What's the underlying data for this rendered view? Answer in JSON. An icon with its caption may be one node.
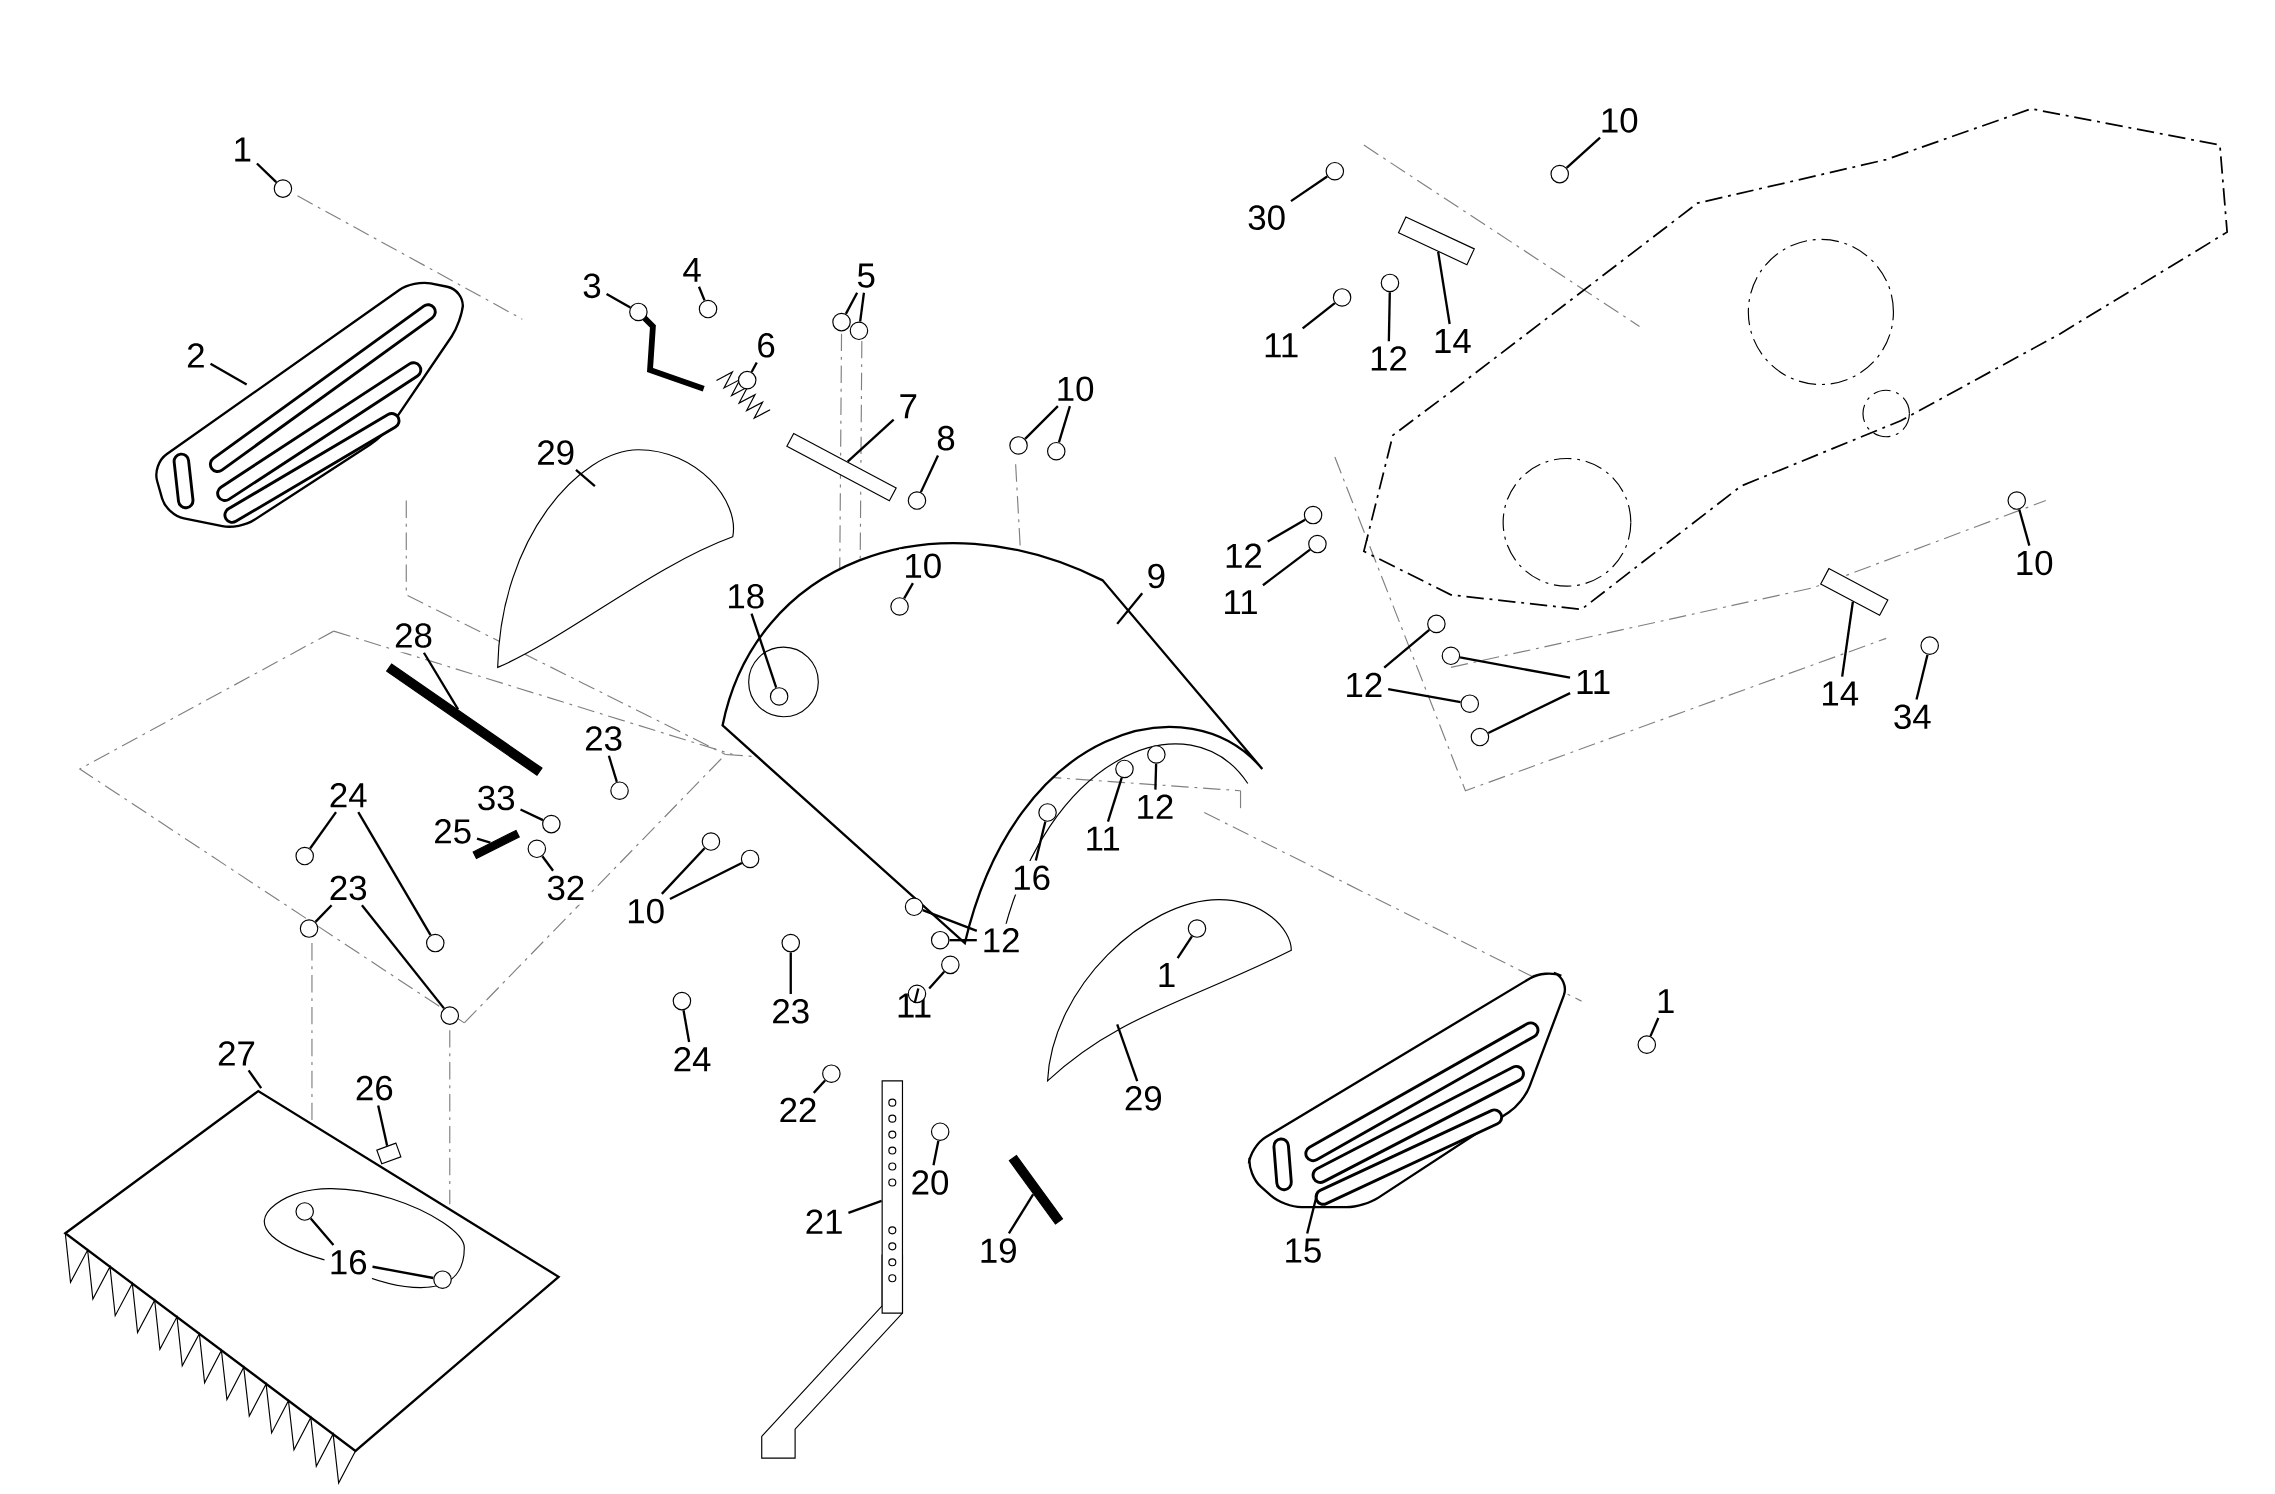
{
  "diagram": {
    "nodes": [
      {
        "text": [
          "1"
        ]
      },
      {
        "text": [
          "10"
        ]
      },
      {
        "text": [
          "30"
        ]
      },
      {
        "text": [
          "4"
        ]
      },
      {
        "text": [
          "5"
        ]
      },
      {
        "text": [
          "3"
        ]
      },
      {
        "text": [
          "14"
        ]
      },
      {
        "text": [
          "11"
        ]
      },
      {
        "text": [
          "6"
        ]
      },
      {
        "text": [
          "2"
        ]
      },
      {
        "text": [
          "12"
        ]
      },
      {
        "text": [
          "10"
        ]
      },
      {
        "text": [
          "7"
        ]
      },
      {
        "text": [
          "8"
        ]
      },
      {
        "text": [
          "29"
        ]
      },
      {
        "text": [
          "12"
        ]
      },
      {
        "text": [
          "10"
        ]
      },
      {
        "text": [
          "10"
        ]
      },
      {
        "text": [
          "9"
        ]
      },
      {
        "text": [
          "18"
        ]
      },
      {
        "text": [
          "11"
        ]
      },
      {
        "text": [
          "28"
        ]
      },
      {
        "text": [
          "12"
        ]
      },
      {
        "text": [
          "11"
        ]
      },
      {
        "text": [
          "14"
        ]
      },
      {
        "text": [
          "34"
        ]
      },
      {
        "text": [
          "23"
        ]
      },
      {
        "text": [
          "24"
        ]
      },
      {
        "text": [
          "33"
        ]
      },
      {
        "text": [
          "12"
        ]
      },
      {
        "text": [
          "25"
        ]
      },
      {
        "text": [
          "11"
        ]
      },
      {
        "text": [
          "32"
        ]
      },
      {
        "text": [
          "16"
        ]
      },
      {
        "text": [
          "23"
        ]
      },
      {
        "text": [
          "10"
        ]
      },
      {
        "text": [
          "12"
        ]
      },
      {
        "text": [
          "1"
        ]
      },
      {
        "text": [
          "1"
        ]
      },
      {
        "text": [
          "11"
        ]
      },
      {
        "text": [
          "23"
        ]
      },
      {
        "text": [
          "27"
        ]
      },
      {
        "text": [
          "24"
        ]
      },
      {
        "text": [
          "26"
        ]
      },
      {
        "text": [
          "29"
        ]
      },
      {
        "text": [
          "22"
        ]
      },
      {
        "text": [
          "20"
        ]
      },
      {
        "text": [
          "21"
        ]
      },
      {
        "text": [
          "19"
        ]
      },
      {
        "text": [
          "15"
        ]
      },
      {
        "text": [
          "16"
        ]
      },
      {
        "text": [],
        "shape": "circle"
      },
      {
        "text": [],
        "shape": "circle"
      },
      {
        "text": [],
        "shape": "circle"
      },
      {
        "text": [],
        "shape": "circle"
      },
      {
        "text": [],
        "shape": "circle"
      },
      {
        "text": [],
        "shape": "circle"
      },
      {
        "text": [],
        "shape": "circle"
      },
      {
        "text": [],
        "shape": "box"
      },
      {
        "text": [],
        "shape": "circle"
      },
      {
        "text": [],
        "shape": "circle"
      },
      {
        "text": [],
        "shape": "circle"
      },
      {
        "text": [],
        "shape": "circle"
      },
      {
        "text": [],
        "shape": "circle"
      },
      {
        "text": [],
        "shape": "box"
      },
      {
        "text": [],
        "shape": "circle"
      },
      {
        "text": [],
        "shape": "circle"
      },
      {
        "text": [],
        "shape": "circle"
      },
      {
        "text": [],
        "shape": "circle"
      },
      {
        "text": [],
        "shape": "circle"
      },
      {
        "text": [],
        "shape": "circle"
      },
      {
        "text": [],
        "shape": "bar"
      },
      {
        "text": [],
        "shape": "circle"
      },
      {
        "text": [],
        "shape": "circle"
      },
      {
        "text": [],
        "shape": "circle"
      },
      {
        "text": [],
        "shape": "circle"
      },
      {
        "text": [],
        "shape": "box"
      },
      {
        "text": [],
        "shape": "circle"
      },
      {
        "text": [],
        "shape": "circle"
      },
      {
        "text": [],
        "shape": "circle"
      },
      {
        "text": [],
        "shape": "circle"
      },
      {
        "text": [],
        "shape": "circle"
      },
      {
        "text": [],
        "shape": "circle"
      },
      {
        "text": [],
        "shape": "bar"
      },
      {
        "text": [],
        "shape": "circle"
      },
      {
        "text": [],
        "shape": "circle"
      },
      {
        "text": [],
        "shape": "circle"
      },
      {
        "text": [],
        "shape": "circle"
      },
      {
        "text": [],
        "shape": "circle"
      },
      {
        "text": [],
        "shape": "circle"
      },
      {
        "text": [],
        "shape": "circle"
      },
      {
        "text": [],
        "shape": "circle"
      },
      {
        "text": [],
        "shape": "circle"
      },
      {
        "text": [],
        "shape": "circle"
      },
      {
        "text": [],
        "shape": "circle"
      },
      {
        "text": [],
        "shape": "circle"
      },
      {
        "text": [],
        "shape": "circle"
      },
      {
        "text": [],
        "shape": "circle"
      },
      {
        "text": [],
        "shape": "circle"
      },
      {
        "text": [],
        "shape": "box"
      },
      {
        "text": [],
        "shape": "circle"
      },
      {
        "text": [],
        "shape": "circle"
      },
      {
        "text": [],
        "shape": "bar"
      },
      {
        "text": [],
        "shape": "circle"
      },
      {
        "text": [],
        "shape": "circle"
      },
      {
        "text": [],
        "shape": "bar"
      }
    ],
    "edges": [
      {
        "from": 0,
        "to": 51,
        "arrow": "none"
      },
      {
        "from": 1,
        "to": 52,
        "arrow": "none"
      },
      {
        "from": 2,
        "to": 53,
        "arrow": "none"
      },
      {
        "from": 3,
        "to": 54,
        "arrow": "none"
      },
      {
        "from": 4,
        "to": 55,
        "arrow": "none"
      },
      {
        "from": 4,
        "to": 56,
        "arrow": "none"
      },
      {
        "from": 5,
        "to": 57,
        "arrow": "none"
      },
      {
        "from": 6,
        "to": 58,
        "arrow": "none"
      },
      {
        "from": 7,
        "to": 59,
        "arrow": "none"
      },
      {
        "from": 8,
        "to": 60,
        "arrow": "none"
      },
      {
        "from": 9,
        "to": null,
        "arrow": "none"
      },
      {
        "from": 10,
        "to": 61,
        "arrow": "none"
      },
      {
        "from": 11,
        "to": 62,
        "arrow": "none"
      },
      {
        "from": 11,
        "to": 63,
        "arrow": "none"
      },
      {
        "from": 12,
        "to": 64,
        "arrow": "none"
      },
      {
        "from": 13,
        "to": 65,
        "arrow": "none"
      },
      {
        "from": 14,
        "to": null,
        "arrow": "none"
      },
      {
        "from": 15,
        "to": 66,
        "arrow": "none"
      },
      {
        "from": 16,
        "to": 67,
        "arrow": "none"
      },
      {
        "from": 17,
        "to": 68,
        "arrow": "none"
      },
      {
        "from": 18,
        "to": null,
        "arrow": "none"
      },
      {
        "from": 19,
        "to": 69,
        "arrow": "none"
      },
      {
        "from": 20,
        "to": 70,
        "arrow": "none"
      },
      {
        "from": 21,
        "to": 71,
        "arrow": "none"
      },
      {
        "from": 22,
        "to": 72,
        "arrow": "none"
      },
      {
        "from": 22,
        "to": 73,
        "arrow": "none"
      },
      {
        "from": 23,
        "to": 74,
        "arrow": "none"
      },
      {
        "from": 23,
        "to": 75,
        "arrow": "none"
      },
      {
        "from": 24,
        "to": 76,
        "arrow": "none"
      },
      {
        "from": 25,
        "to": 77,
        "arrow": "none"
      },
      {
        "from": 26,
        "to": 78,
        "arrow": "none"
      },
      {
        "from": 27,
        "to": 79,
        "arrow": "none"
      },
      {
        "from": 27,
        "to": 80,
        "arrow": "none"
      },
      {
        "from": 28,
        "to": 81,
        "arrow": "none"
      },
      {
        "from": 29,
        "to": 82,
        "arrow": "none"
      },
      {
        "from": 30,
        "to": 83,
        "arrow": "none"
      },
      {
        "from": 31,
        "to": 84,
        "arrow": "none"
      },
      {
        "from": 32,
        "to": 85,
        "arrow": "none"
      },
      {
        "from": 33,
        "to": 86,
        "arrow": "none"
      },
      {
        "from": 34,
        "to": 87,
        "arrow": "none"
      },
      {
        "from": 34,
        "to": 88,
        "arrow": "none"
      },
      {
        "from": 35,
        "to": 89,
        "arrow": "none"
      },
      {
        "from": 35,
        "to": 90,
        "arrow": "none"
      },
      {
        "from": 36,
        "to": 91,
        "arrow": "none"
      },
      {
        "from": 36,
        "to": 92,
        "arrow": "none"
      },
      {
        "from": 37,
        "to": 93,
        "arrow": "none"
      },
      {
        "from": 38,
        "to": 94,
        "arrow": "none"
      },
      {
        "from": 39,
        "to": 95,
        "arrow": "none"
      },
      {
        "from": 39,
        "to": 96,
        "arrow": "none"
      },
      {
        "from": 40,
        "to": 97,
        "arrow": "none"
      },
      {
        "from": 41,
        "to": null,
        "arrow": "none"
      },
      {
        "from": 42,
        "to": 98,
        "arrow": "none"
      },
      {
        "from": 43,
        "to": 99,
        "arrow": "none"
      },
      {
        "from": 44,
        "to": null,
        "arrow": "none"
      },
      {
        "from": 45,
        "to": 100,
        "arrow": "none"
      },
      {
        "from": 46,
        "to": 101,
        "arrow": "none"
      },
      {
        "from": 47,
        "to": 105,
        "arrow": "none"
      },
      {
        "from": 48,
        "to": 102,
        "arrow": "none"
      },
      {
        "from": 49,
        "to": null,
        "arrow": "none"
      },
      {
        "from": 50,
        "to": 103,
        "arrow": "none"
      },
      {
        "from": 50,
        "to": 104,
        "arrow": "none"
      }
    ]
  }
}
